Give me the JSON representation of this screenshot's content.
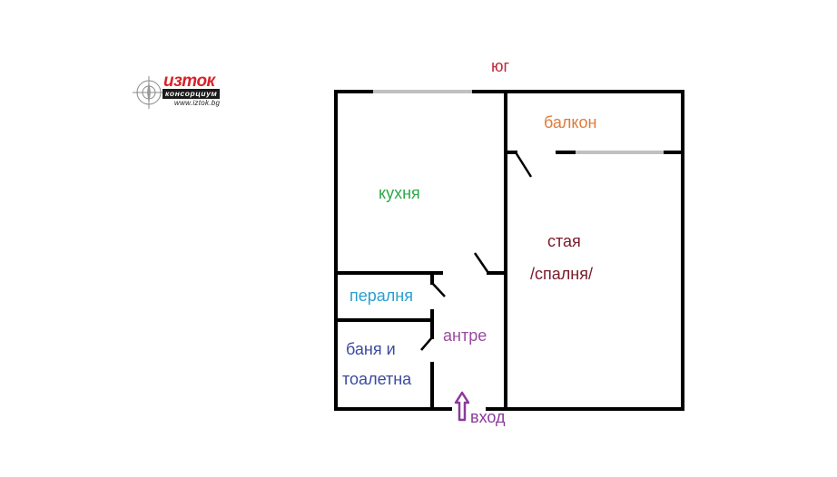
{
  "logo": {
    "brand": "изток",
    "subtitle": "консорциум",
    "url": "www.iztok.bg",
    "brand_color": "#d8232a"
  },
  "compass": {
    "label": "юг",
    "color": "#c0283c"
  },
  "rooms": {
    "balcony": {
      "label": "балкон",
      "color": "#e07b39"
    },
    "kitchen": {
      "label": "кухня",
      "color": "#2ea84a"
    },
    "room": {
      "label": "стая",
      "label2": "/спалня/",
      "color": "#7a1a2a"
    },
    "laundry": {
      "label": "пералня",
      "color": "#2a9fd0"
    },
    "bathroom": {
      "label": "баня и",
      "label2": "тоалетна",
      "color": "#3a4aa0"
    },
    "hallway": {
      "label": "антре",
      "color": "#9a4aa0"
    }
  },
  "entrance": {
    "label": "вход",
    "arrow": "up-arrow",
    "color": "#8a3a9a"
  },
  "colors": {
    "wall": "#000000",
    "window": "#c0c0c0"
  }
}
